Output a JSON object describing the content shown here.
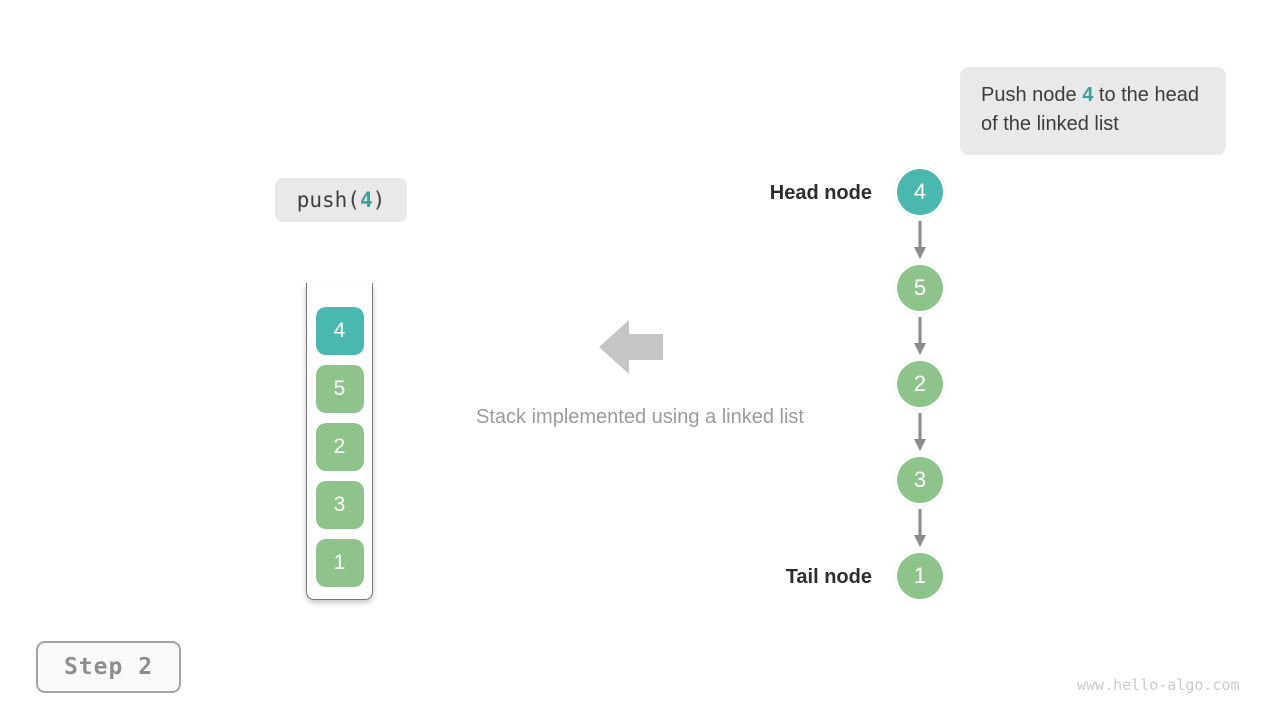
{
  "colors": {
    "teal": "#4ab8ae",
    "green": "#8ec48b",
    "teal_text": "#3aa396",
    "callout_bg": "#e9e9e9",
    "text_dark": "#3c3c3c",
    "label_dark": "#2d2d2d",
    "caption_gray": "#9b9b9b",
    "block_arrow": "#c5c5c5",
    "link_arrow": "#8a8a8a",
    "container_border": "#777777",
    "step_text": "#8e8e8e",
    "step_border": "#a3a3a3",
    "step_bg": "#fafafa",
    "watermark": "#cbcbcb"
  },
  "callout": {
    "prefix": "Push node ",
    "value": "4",
    "suffix": " to the head of the linked list"
  },
  "code": {
    "prefix": "push(",
    "value": "4",
    "suffix": ")"
  },
  "stack": {
    "items": [
      {
        "value": "4",
        "highlight": true
      },
      {
        "value": "5",
        "highlight": false
      },
      {
        "value": "2",
        "highlight": false
      },
      {
        "value": "3",
        "highlight": false
      },
      {
        "value": "1",
        "highlight": false
      }
    ]
  },
  "caption": "Stack implemented using a linked list",
  "linked_list": {
    "head_label": "Head node",
    "tail_label": "Tail node",
    "nodes": [
      {
        "value": "4",
        "highlight": true
      },
      {
        "value": "5",
        "highlight": false
      },
      {
        "value": "2",
        "highlight": false
      },
      {
        "value": "3",
        "highlight": false
      },
      {
        "value": "1",
        "highlight": false
      }
    ]
  },
  "step_badge": "Step 2",
  "watermark": "www.hello-algo.com"
}
